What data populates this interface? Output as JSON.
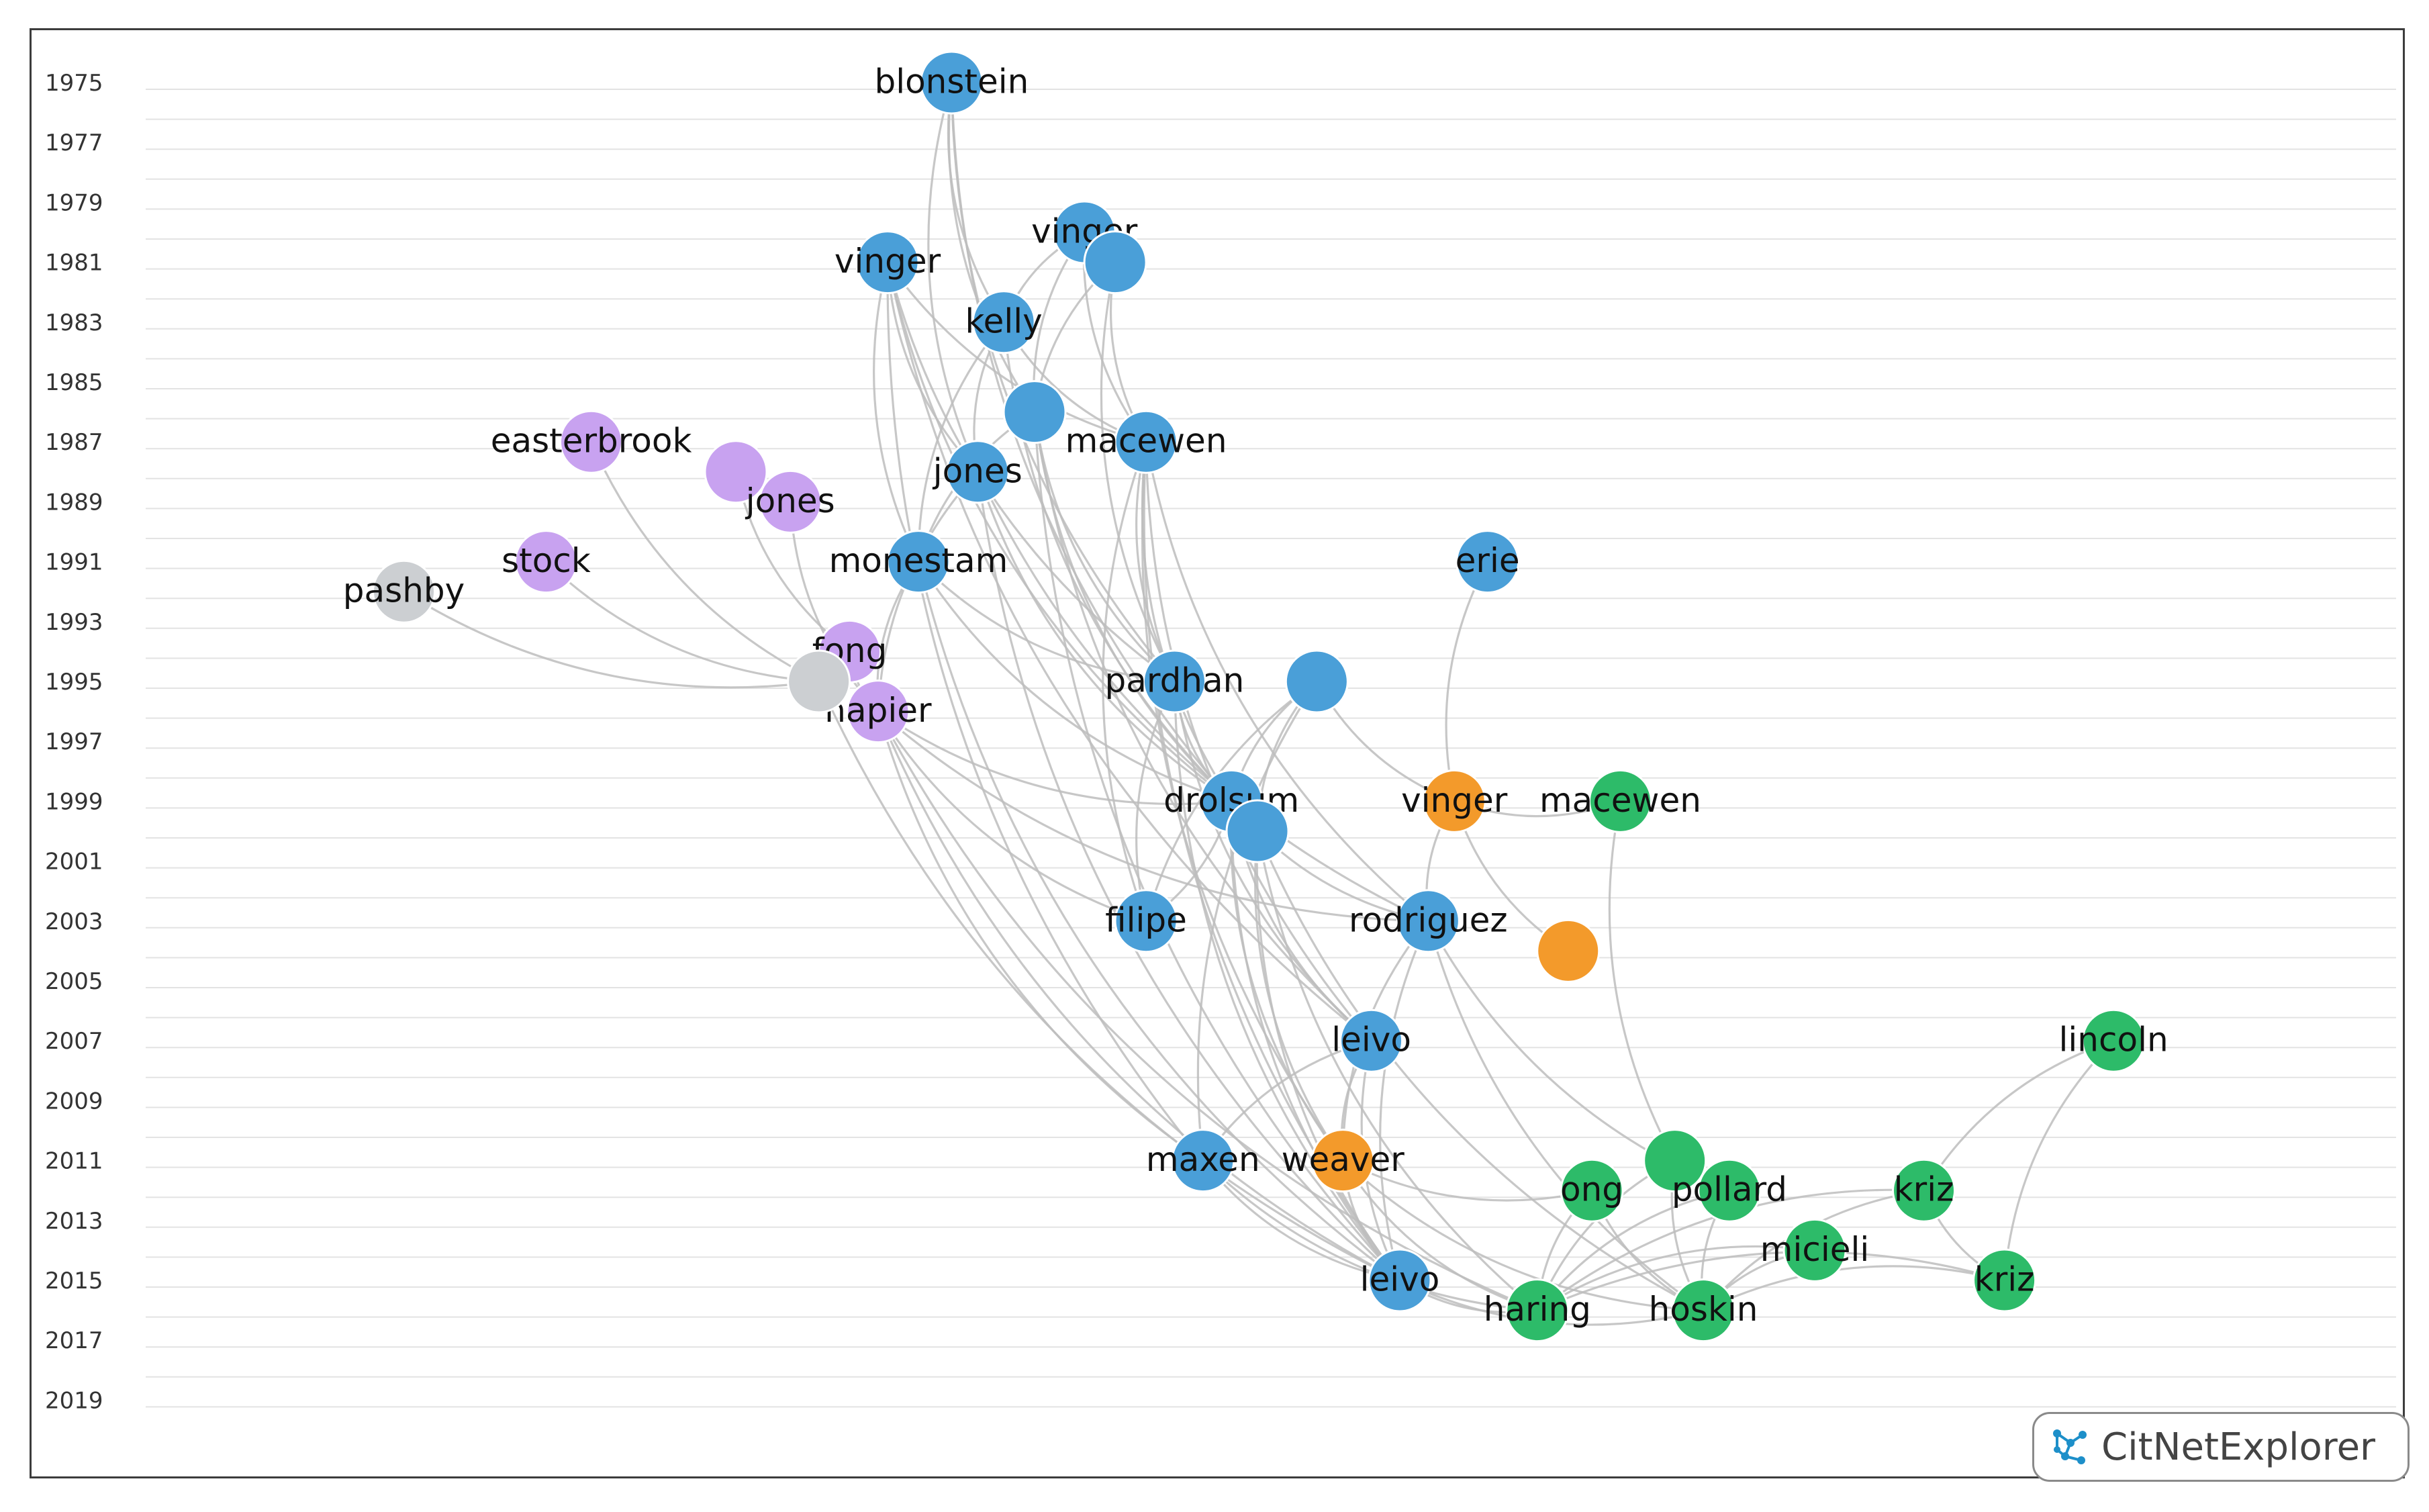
{
  "colors": {
    "cluster_blue": "#4a9fd8",
    "cluster_purple": "#c8a2f0",
    "cluster_green": "#2dbb69",
    "cluster_orange": "#f39a2b",
    "cluster_gray": "#cccfd2",
    "edge": "#bdbdbd"
  },
  "logo": {
    "text": "CitNetExplorer",
    "icon": "citnetexplorer-network-icon"
  },
  "chart_data": {
    "type": "citation-network",
    "y_axis": {
      "min_year": 1975,
      "max_year": 2019,
      "tick_labels": [
        "1975",
        "1977",
        "1979",
        "1981",
        "1983",
        "1985",
        "1987",
        "1989",
        "1991",
        "1993",
        "1995",
        "1997",
        "1999",
        "2001",
        "2003",
        "2005",
        "2007",
        "2009",
        "2011",
        "2013",
        "2015",
        "2017",
        "2019"
      ]
    },
    "x_positions_note_free": true,
    "nodes": [
      {
        "id": "n1",
        "label": "blonstein",
        "year": 1975,
        "cluster": "blue",
        "col": 0.388
      },
      {
        "id": "n2",
        "label": "vinger",
        "year": 1981,
        "cluster": "blue",
        "col": 0.361
      },
      {
        "id": "n3",
        "label": "vinger",
        "year": 1980,
        "cluster": "blue",
        "col": 0.444
      },
      {
        "id": "n4",
        "label": "",
        "year": 1981,
        "cluster": "blue",
        "col": 0.457
      },
      {
        "id": "n5",
        "label": "kelly",
        "year": 1983,
        "cluster": "blue",
        "col": 0.41
      },
      {
        "id": "n6",
        "label": "",
        "year": 1986,
        "cluster": "blue",
        "col": 0.423
      },
      {
        "id": "n7",
        "label": "macewen",
        "year": 1987,
        "cluster": "blue",
        "col": 0.47
      },
      {
        "id": "n8",
        "label": "jones",
        "year": 1988,
        "cluster": "blue",
        "col": 0.399
      },
      {
        "id": "n9",
        "label": "monestam",
        "year": 1991,
        "cluster": "blue",
        "col": 0.374
      },
      {
        "id": "n10",
        "label": "erie",
        "year": 1991,
        "cluster": "blue",
        "col": 0.614
      },
      {
        "id": "n11",
        "label": "pardhan",
        "year": 1995,
        "cluster": "blue",
        "col": 0.482
      },
      {
        "id": "n12",
        "label": "",
        "year": 1995,
        "cluster": "blue",
        "col": 0.542
      },
      {
        "id": "n13",
        "label": "drolsum",
        "year": 1999,
        "cluster": "blue",
        "col": 0.506
      },
      {
        "id": "n14",
        "label": "",
        "year": 2000,
        "cluster": "blue",
        "col": 0.517
      },
      {
        "id": "n15",
        "label": "filipe",
        "year": 2003,
        "cluster": "blue",
        "col": 0.47
      },
      {
        "id": "n16",
        "label": "rodriguez",
        "year": 2003,
        "cluster": "blue",
        "col": 0.589
      },
      {
        "id": "n17",
        "label": "leivo",
        "year": 2007,
        "cluster": "blue",
        "col": 0.565
      },
      {
        "id": "n18",
        "label": "maxen",
        "year": 2011,
        "cluster": "blue",
        "col": 0.494
      },
      {
        "id": "n19",
        "label": "leivo",
        "year": 2015,
        "cluster": "blue",
        "col": 0.577
      },
      {
        "id": "n20",
        "label": "easterbrook",
        "year": 1987,
        "cluster": "purple",
        "col": 0.236
      },
      {
        "id": "n21",
        "label": "",
        "year": 1988,
        "cluster": "purple",
        "col": 0.297
      },
      {
        "id": "n22",
        "label": "jones",
        "year": 1989,
        "cluster": "purple",
        "col": 0.32
      },
      {
        "id": "n23",
        "label": "stock",
        "year": 1991,
        "cluster": "purple",
        "col": 0.217
      },
      {
        "id": "n24",
        "label": "fong",
        "year": 1994,
        "cluster": "purple",
        "col": 0.345
      },
      {
        "id": "n25",
        "label": "napier",
        "year": 1996,
        "cluster": "purple",
        "col": 0.357
      },
      {
        "id": "n26",
        "label": "pashby",
        "year": 1992,
        "cluster": "gray",
        "col": 0.157
      },
      {
        "id": "n27",
        "label": "",
        "year": 1995,
        "cluster": "gray",
        "col": 0.332
      },
      {
        "id": "n28",
        "label": "vinger",
        "year": 1999,
        "cluster": "orange",
        "col": 0.6
      },
      {
        "id": "n29",
        "label": "",
        "year": 2004,
        "cluster": "orange",
        "col": 0.648
      },
      {
        "id": "n30",
        "label": "weaver",
        "year": 2011,
        "cluster": "orange",
        "col": 0.553
      },
      {
        "id": "n31",
        "label": "macewen",
        "year": 1999,
        "cluster": "green",
        "col": 0.67
      },
      {
        "id": "n32",
        "label": "lincoln",
        "year": 2007,
        "cluster": "green",
        "col": 0.878
      },
      {
        "id": "n33",
        "label": "",
        "year": 2011,
        "cluster": "green",
        "col": 0.693
      },
      {
        "id": "n34",
        "label": "ong",
        "year": 2012,
        "cluster": "green",
        "col": 0.658
      },
      {
        "id": "n35",
        "label": "pollard",
        "year": 2012,
        "cluster": "green",
        "col": 0.716
      },
      {
        "id": "n36",
        "label": "kriz",
        "year": 2012,
        "cluster": "green",
        "col": 0.798
      },
      {
        "id": "n37",
        "label": "micieli",
        "year": 2014,
        "cluster": "green",
        "col": 0.752
      },
      {
        "id": "n38",
        "label": "kriz",
        "year": 2015,
        "cluster": "green",
        "col": 0.832
      },
      {
        "id": "n39",
        "label": "haring",
        "year": 2016,
        "cluster": "green",
        "col": 0.635
      },
      {
        "id": "n40",
        "label": "hoskin",
        "year": 2016,
        "cluster": "green",
        "col": 0.705
      }
    ],
    "edges": [
      [
        "n1",
        "n5"
      ],
      [
        "n1",
        "n8"
      ],
      [
        "n1",
        "n6"
      ],
      [
        "n1",
        "n13"
      ],
      [
        "n1",
        "n11"
      ],
      [
        "n2",
        "n8"
      ],
      [
        "n2",
        "n9"
      ],
      [
        "n2",
        "n11"
      ],
      [
        "n2",
        "n13"
      ],
      [
        "n2",
        "n18"
      ],
      [
        "n2",
        "n17"
      ],
      [
        "n2",
        "n7"
      ],
      [
        "n3",
        "n6"
      ],
      [
        "n3",
        "n7"
      ],
      [
        "n3",
        "n5"
      ],
      [
        "n4",
        "n7"
      ],
      [
        "n4",
        "n11"
      ],
      [
        "n4",
        "n6"
      ],
      [
        "n5",
        "n7"
      ],
      [
        "n5",
        "n8"
      ],
      [
        "n5",
        "n9"
      ],
      [
        "n5",
        "n13"
      ],
      [
        "n6",
        "n11"
      ],
      [
        "n6",
        "n13"
      ],
      [
        "n6",
        "n17"
      ],
      [
        "n6",
        "n19"
      ],
      [
        "n6",
        "n9"
      ],
      [
        "n7",
        "n11"
      ],
      [
        "n7",
        "n13"
      ],
      [
        "n7",
        "n15"
      ],
      [
        "n7",
        "n17"
      ],
      [
        "n7",
        "n19"
      ],
      [
        "n7",
        "n16"
      ],
      [
        "n7",
        "n30"
      ],
      [
        "n8",
        "n13"
      ],
      [
        "n8",
        "n19"
      ],
      [
        "n8",
        "n25"
      ],
      [
        "n8",
        "n16"
      ],
      [
        "n9",
        "n13"
      ],
      [
        "n9",
        "n19"
      ],
      [
        "n9",
        "n25"
      ],
      [
        "n9",
        "n11"
      ],
      [
        "n10",
        "n28"
      ],
      [
        "n11",
        "n13"
      ],
      [
        "n11",
        "n17"
      ],
      [
        "n11",
        "n19"
      ],
      [
        "n11",
        "n15"
      ],
      [
        "n12",
        "n13"
      ],
      [
        "n12",
        "n15"
      ],
      [
        "n12",
        "n14"
      ],
      [
        "n12",
        "n28"
      ],
      [
        "n12",
        "n18"
      ],
      [
        "n13",
        "n17"
      ],
      [
        "n13",
        "n19"
      ],
      [
        "n13",
        "n30"
      ],
      [
        "n13",
        "n16"
      ],
      [
        "n14",
        "n19"
      ],
      [
        "n14",
        "n39"
      ],
      [
        "n14",
        "n40"
      ],
      [
        "n14",
        "n30"
      ],
      [
        "n15",
        "n13"
      ],
      [
        "n16",
        "n19"
      ],
      [
        "n16",
        "n40"
      ],
      [
        "n16",
        "n35"
      ],
      [
        "n16",
        "n30"
      ],
      [
        "n17",
        "n19"
      ],
      [
        "n17",
        "n18"
      ],
      [
        "n17",
        "n30"
      ],
      [
        "n18",
        "n19"
      ],
      [
        "n18",
        "n39"
      ],
      [
        "n20",
        "n27"
      ],
      [
        "n21",
        "n24"
      ],
      [
        "n22",
        "n25"
      ],
      [
        "n23",
        "n27"
      ],
      [
        "n26",
        "n27"
      ],
      [
        "n24",
        "n27"
      ],
      [
        "n24",
        "n25"
      ],
      [
        "n25",
        "n13"
      ],
      [
        "n25",
        "n15"
      ],
      [
        "n25",
        "n19"
      ],
      [
        "n25",
        "n39"
      ],
      [
        "n25",
        "n18"
      ],
      [
        "n25",
        "n16"
      ],
      [
        "n27",
        "n19"
      ],
      [
        "n28",
        "n29"
      ],
      [
        "n28",
        "n16"
      ],
      [
        "n28",
        "n31"
      ],
      [
        "n30",
        "n19"
      ],
      [
        "n30",
        "n39"
      ],
      [
        "n30",
        "n40"
      ],
      [
        "n30",
        "n34"
      ],
      [
        "n31",
        "n33"
      ],
      [
        "n32",
        "n36"
      ],
      [
        "n32",
        "n38"
      ],
      [
        "n33",
        "n40"
      ],
      [
        "n33",
        "n39"
      ],
      [
        "n34",
        "n40"
      ],
      [
        "n34",
        "n39"
      ],
      [
        "n35",
        "n40"
      ],
      [
        "n35",
        "n39"
      ],
      [
        "n36",
        "n40"
      ],
      [
        "n36",
        "n39"
      ],
      [
        "n36",
        "n38"
      ],
      [
        "n37",
        "n40"
      ],
      [
        "n37",
        "n39"
      ],
      [
        "n38",
        "n40"
      ],
      [
        "n38",
        "n39"
      ],
      [
        "n19",
        "n39"
      ],
      [
        "n19",
        "n40"
      ]
    ]
  }
}
